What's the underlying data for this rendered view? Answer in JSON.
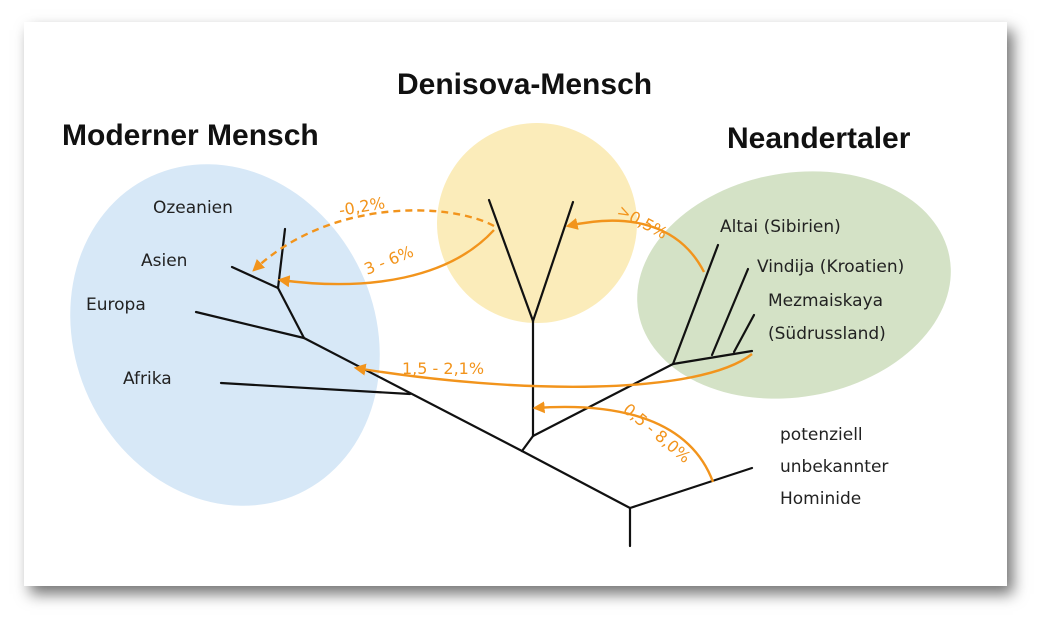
{
  "groups": {
    "modern": "Moderner Mensch",
    "denisova": "Denisova-Mensch",
    "neanderthal": "Neandertaler"
  },
  "leaves": {
    "oceania": "Ozeanien",
    "asia": "Asien",
    "europe": "Europa",
    "africa": "Afrika",
    "altai": "Altai (Sibirien)",
    "vindija": "Vindija (Kroatien)",
    "mezmaiskaya_1": "Mezmaiskaya",
    "mezmaiskaya_2": "(Südrussland)",
    "unknown_1": "potenziell",
    "unknown_2": "unbekannter",
    "unknown_3": "Hominide"
  },
  "gene_flow": {
    "denisova_to_oceania": "-0,2%",
    "denisova_to_asia": "3 - 6%",
    "neanderthal_to_denisova": ">0,5%",
    "neanderthal_to_modern": "1,5 - 2,1%",
    "unknown_to_denisova": "0,5 - 8,0%"
  },
  "colors": {
    "modern_region": "#d7e8f7",
    "denisova_region": "#fbecba",
    "neanderthal_region": "#d4e2c6",
    "arrow": "#f2941c",
    "branch": "#111111"
  }
}
